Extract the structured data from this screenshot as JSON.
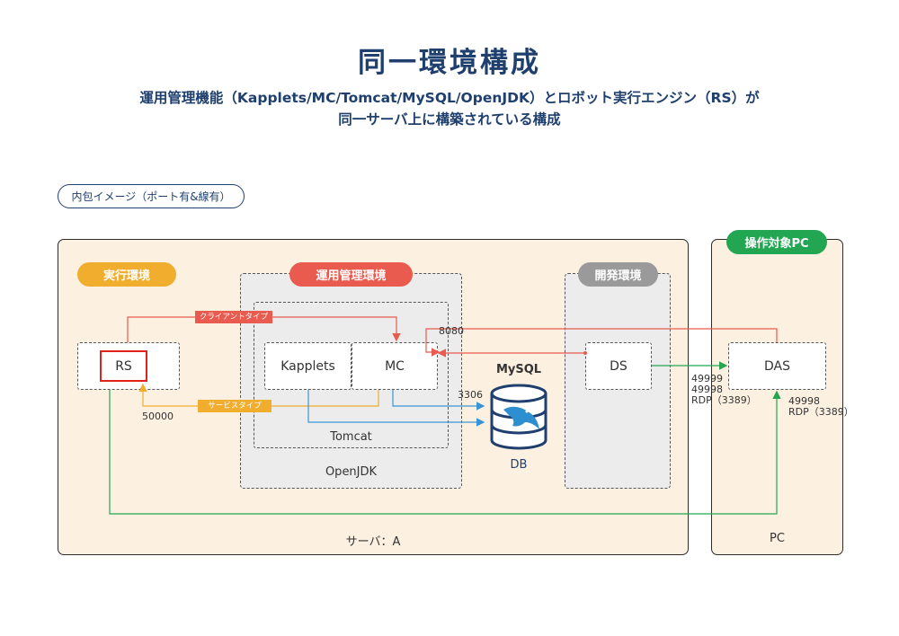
{
  "header": {
    "title": "同一環境構成",
    "subtitle_line1": "運用管理機能（Kapplets/MC/Tomcat/MySQL/OpenJDK）とロボット実行エンジン（RS）が",
    "subtitle_line2": "同一サーバ上に構築されている構成",
    "badge": "内包イメージ（ポート有&線有）"
  },
  "server_panel": {
    "label": "サーバ：A",
    "exec_env_tag": "実行環境",
    "mgmt_env_tag": "運用管理環境",
    "dev_env_tag": "開発環境",
    "rs": "RS",
    "kapplets": "Kapplets",
    "mc": "MC",
    "tomcat": "Tomcat",
    "openjdk": "OpenJDK",
    "mysql": "MySQL",
    "db": "DB",
    "ds": "DS"
  },
  "pc_panel": {
    "tag": "操作対象PC",
    "das": "DAS",
    "label": "PC"
  },
  "flows": {
    "client_type": "クライアントタイプ",
    "service_type": "サービスタイプ",
    "port_8080": "8080",
    "port_3306": "3306",
    "port_50000": "50000",
    "ds_das_ports": [
      "49999",
      "49998",
      "RDP（3389）"
    ],
    "rs_das_ports": [
      "49998",
      "RDP（3389）"
    ]
  },
  "colors": {
    "navy": "#1f3f6e",
    "orange": "#f0ad2e",
    "red": "#e95b4f",
    "grey": "#9a9a9a",
    "green": "#22a652",
    "blue": "#3a95d6",
    "panel": "#fcf0e0",
    "highlight": "#e3211c"
  }
}
